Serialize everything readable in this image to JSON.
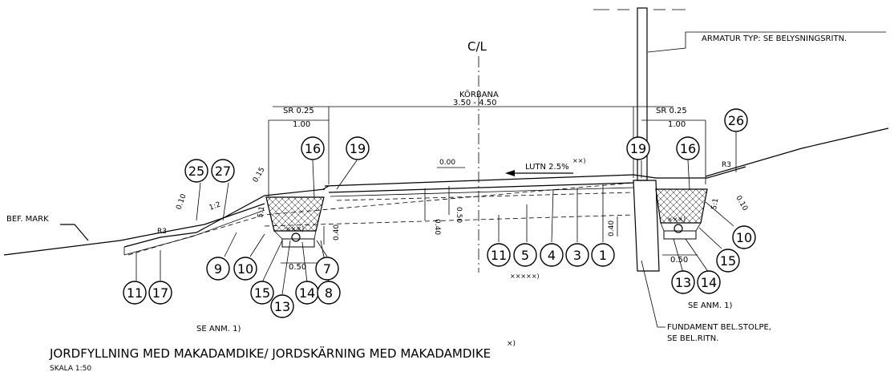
{
  "labels": {
    "centerline": "C/L",
    "lamp": "ARMATUR TYP: SE BELYSNINGSRITN.",
    "lane": "KÖRBANA",
    "lane_width": "3.50 - 4.50",
    "sr_left": "SR 0.25",
    "sr_right": "SR 0.25",
    "dim_100_left": "1.00",
    "dim_100_right": "1.00",
    "slope": "LUTN 2.5%",
    "slope_mark": "××)",
    "level": "0.00",
    "existing_ground": "BEF. MARK",
    "r3_left": "R3",
    "r3_right": "R3",
    "d_010_left": "0.10",
    "d_015": "0.15",
    "ratio_12": "1:2",
    "ratio_51_left": "5:1",
    "ratio_51_right": "5:1",
    "d_010_right": "0.10",
    "d_040_left": "0.40",
    "d_040_mid": "0.40",
    "d_050_mid": "0.50",
    "d_040_right": "0.40",
    "d_050_left": "0.50",
    "d_050_right": "0.50",
    "xxx_left": "×××)",
    "xxx_right": "×××)",
    "xxxxx": "×××××)",
    "anm_left": "SE ANM. 1)",
    "anm_right": "SE ANM. 1)",
    "foundation_1": "FUNDAMENT BEL.STOLPE,",
    "foundation_2": "SE BEL.RITN.",
    "title": "JORDFYLLNING MED MAKADAMDIKE/ JORDSKÄRNING MED MAKADAMDIKE",
    "title_mark": "×)",
    "scale": "SKALA 1:50"
  },
  "callouts": [
    "25",
    "27",
    "16",
    "19",
    "19",
    "16",
    "26",
    "9",
    "10",
    "15",
    "13",
    "14",
    "8",
    "7",
    "11",
    "17",
    "11",
    "5",
    "4",
    "3",
    "1",
    "10",
    "15",
    "13",
    "14"
  ]
}
